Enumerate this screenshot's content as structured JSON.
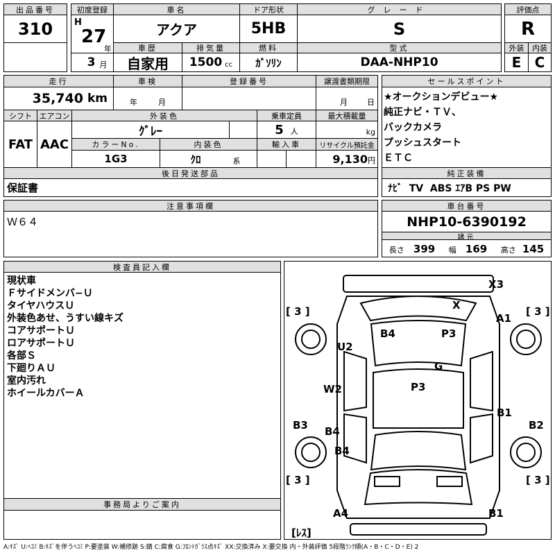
{
  "lot": {
    "label": "出品番号",
    "value": "310"
  },
  "first_reg": {
    "label": "初度登録",
    "era": "H",
    "year": "27",
    "year_unit": "年",
    "month": "3",
    "month_unit": "月"
  },
  "car_name": {
    "label": "車名",
    "value": "アクア"
  },
  "door": {
    "label": "ドア形状",
    "value": "5HB"
  },
  "grade": {
    "label": "グレード",
    "value": "S"
  },
  "score": {
    "label": "評価点",
    "value": "R",
    "ext_label": "外装",
    "int_label": "内装",
    "ext": "E",
    "int": "C"
  },
  "history": {
    "label": "車歴",
    "value": "自家用"
  },
  "displacement": {
    "label": "排気量",
    "value": "1500",
    "unit": "cc"
  },
  "fuel": {
    "label": "燃料",
    "value": "ｶﾞｿﾘﾝ"
  },
  "model": {
    "label": "型式",
    "value": "DAA-NHP10"
  },
  "mileage": {
    "label": "走行",
    "value": "35,740",
    "unit": "km"
  },
  "inspection": {
    "label": "車検",
    "year": "年",
    "month": "月"
  },
  "reg_no": {
    "label": "登録番号"
  },
  "transfer": {
    "label": "譲渡書類期限",
    "month": "月",
    "day": "日"
  },
  "shift": {
    "label": "シフト",
    "value": "FAT"
  },
  "aircon": {
    "label": "エアコン",
    "value": "AAC"
  },
  "ext_color": {
    "label": "外装色",
    "value": "ｸﾞﾚｰ"
  },
  "capacity": {
    "label": "乗車定員",
    "value": "5",
    "unit": "人"
  },
  "max_load": {
    "label": "最大積載量",
    "unit": "kg"
  },
  "color_no": {
    "label": "カラーNo.",
    "value": "1G3"
  },
  "int_color": {
    "label": "内装色",
    "value": "ｸﾛ",
    "unit": "系"
  },
  "import": {
    "label": "輸入車"
  },
  "recycle": {
    "label": "リサイクル預託金",
    "value": "9,130",
    "unit": "円"
  },
  "later_parts": {
    "label": "後日発送部品",
    "value": "保証書"
  },
  "sales": {
    "label": "セールスポイント",
    "items": [
      "★オークションデビュー★",
      "純正ナビ・ＴＶ、",
      "バックカメラ",
      "プッシュスタート",
      "ＥＴＣ"
    ]
  },
  "equipment": {
    "label": "純正装備",
    "value": "ﾅﾋﾞ  TV  ABS ｴｱB PS PW"
  },
  "notes": {
    "label": "注意事項欄",
    "value": "Ｗ６４"
  },
  "chassis": {
    "label": "車台番号",
    "value": "NHP10-6390192"
  },
  "spec": {
    "label": "諸元",
    "length_label": "長さ",
    "length": "399",
    "width_label": "幅",
    "width": "169",
    "height_label": "高さ",
    "height": "145"
  },
  "inspector": {
    "label": "検査員記入欄",
    "items": [
      "現状車",
      "Ｆサイドメンバ−Ｕ",
      "タイヤハウスＵ",
      "外装色あせ、うすい線キズ",
      "コアサポートＵ",
      "ロアサポートＵ",
      "各部Ｓ",
      "下廻りＡＵ",
      "室内汚れ",
      "ホイールカバーＡ"
    ]
  },
  "office": {
    "label": "事務局よりご案内"
  },
  "diagram": {
    "marks": [
      "X3",
      "X",
      "A1",
      "U2",
      "B4",
      "P3",
      "G",
      "W2",
      "P3",
      "B3",
      "B4",
      "B1",
      "B2",
      "B4",
      "A4",
      "B1"
    ],
    "tire": "[ 3 ]",
    "less": "[ﾚｽ]"
  },
  "legend": "A:ｷｽﾞ U:ﾍｺﾐ B:ｷｽﾞを伴うﾍｺﾐ P:要塗装 W:補修跡 S:錆 C:腐食 G:ﾌﾛﾝﾄｶﾞﾗｽ点ｷｽﾞ XX:交換済み X:要交換  内・外装評価  5段階ﾗﾝｸ順(A・B・C・D・E) 2"
}
